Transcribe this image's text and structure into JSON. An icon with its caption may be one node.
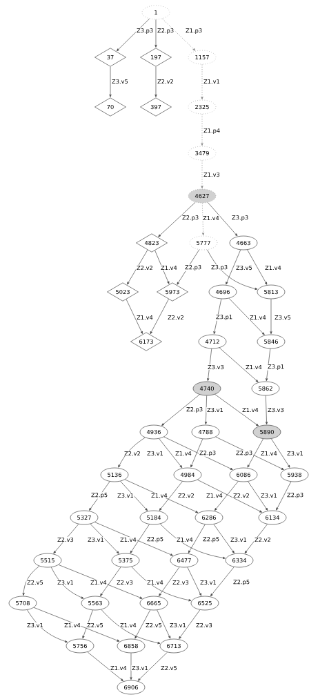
{
  "diagram": {
    "nodes": [
      {
        "text": [
          "1"
        ]
      },
      {
        "text": [
          "37"
        ]
      },
      {
        "text": [
          "197"
        ]
      },
      {
        "text": [
          "1157"
        ]
      },
      {
        "text": [
          "70"
        ]
      },
      {
        "text": [
          "397"
        ]
      },
      {
        "text": [
          "2325"
        ]
      },
      {
        "text": [
          "3479"
        ]
      },
      {
        "text": [
          "4627"
        ]
      },
      {
        "text": [
          "4823"
        ]
      },
      {
        "text": [
          "5777"
        ]
      },
      {
        "text": [
          "4663"
        ]
      },
      {
        "text": [
          "5023"
        ]
      },
      {
        "text": [
          "5973"
        ]
      },
      {
        "text": [
          "4696"
        ]
      },
      {
        "text": [
          "5813"
        ]
      },
      {
        "text": [
          "6173"
        ]
      },
      {
        "text": [
          "4712"
        ]
      },
      {
        "text": [
          "5846"
        ]
      },
      {
        "text": [
          "4740"
        ]
      },
      {
        "text": [
          "5862"
        ]
      },
      {
        "text": [
          "4936"
        ]
      },
      {
        "text": [
          "4788"
        ]
      },
      {
        "text": [
          "5890"
        ]
      },
      {
        "text": [
          "5136"
        ]
      },
      {
        "text": [
          "4984"
        ]
      },
      {
        "text": [
          "6086"
        ]
      },
      {
        "text": [
          "5938"
        ]
      },
      {
        "text": [
          "5327"
        ]
      },
      {
        "text": [
          "5184"
        ]
      },
      {
        "text": [
          "6286"
        ]
      },
      {
        "text": [
          "6134"
        ]
      },
      {
        "text": [
          "5515"
        ]
      },
      {
        "text": [
          "5375"
        ]
      },
      {
        "text": [
          "6477"
        ]
      },
      {
        "text": [
          "6334"
        ]
      },
      {
        "text": [
          "5708"
        ]
      },
      {
        "text": [
          "5563"
        ]
      },
      {
        "text": [
          "6665"
        ]
      },
      {
        "text": [
          "6525"
        ]
      },
      {
        "text": [
          "5756"
        ]
      },
      {
        "text": [
          "6858"
        ]
      },
      {
        "text": [
          "6713"
        ]
      },
      {
        "text": [
          "6906"
        ]
      }
    ],
    "edges": [
      {
        "from": 0,
        "to": 1,
        "arrow": "to",
        "label": "Z3.p3"
      },
      {
        "from": 0,
        "to": 2,
        "arrow": "to",
        "label": "Z2.p3"
      },
      {
        "from": 0,
        "to": 3,
        "arrow": "to",
        "label": "Z1.p3",
        "style": "dashed",
        "color": "#808080"
      },
      {
        "from": 1,
        "to": 4,
        "arrow": "to",
        "label": "Z3.v5"
      },
      {
        "from": 2,
        "to": 5,
        "arrow": "to",
        "label": "Z2.v2"
      },
      {
        "from": 3,
        "to": 6,
        "arrow": "to",
        "label": "Z1.v1",
        "style": "dashed",
        "color": "#808080"
      },
      {
        "from": 6,
        "to": 7,
        "arrow": "to",
        "label": "Z1.p4",
        "style": "dashed",
        "color": "#808080"
      },
      {
        "from": 7,
        "to": 8,
        "arrow": "to",
        "label": "Z1.v3",
        "style": "dashed",
        "color": "#808080"
      },
      {
        "from": 8,
        "to": 9,
        "arrow": "to",
        "label": "Z2.p3"
      },
      {
        "from": 8,
        "to": 10,
        "arrow": "to",
        "label": "Z1.v4",
        "style": "dashed",
        "color": "#808080"
      },
      {
        "from": 8,
        "to": 11,
        "arrow": "to",
        "label": "Z3.p3"
      },
      {
        "from": 9,
        "to": 12,
        "arrow": "to",
        "label": "Z2.v2"
      },
      {
        "from": 9,
        "to": 13,
        "arrow": "to",
        "label": "Z1.v4"
      },
      {
        "from": 10,
        "to": 13,
        "arrow": "to",
        "label": "Z2.p3"
      },
      {
        "from": 10,
        "to": 15,
        "arrow": "to",
        "label": "Z3.p3"
      },
      {
        "from": 11,
        "to": 14,
        "arrow": "to",
        "label": "Z3.v5"
      },
      {
        "from": 11,
        "to": 15,
        "arrow": "to",
        "label": "Z1.v4"
      },
      {
        "from": 12,
        "to": 16,
        "arrow": "to",
        "label": "Z1.v4"
      },
      {
        "from": 13,
        "to": 16,
        "arrow": "to",
        "label": "Z2.v2"
      },
      {
        "from": 14,
        "to": 17,
        "arrow": "to",
        "label": "Z3.p1"
      },
      {
        "from": 14,
        "to": 18,
        "arrow": "to",
        "label": "Z1.v4"
      },
      {
        "from": 15,
        "to": 18,
        "arrow": "to",
        "label": "Z3.v5"
      },
      {
        "from": 17,
        "to": 19,
        "arrow": "to",
        "label": "Z3.v3"
      },
      {
        "from": 17,
        "to": 20,
        "arrow": "to",
        "label": "Z1.v4"
      },
      {
        "from": 18,
        "to": 20,
        "arrow": "to",
        "label": "Z3.p1"
      },
      {
        "from": 19,
        "to": 21,
        "arrow": "to",
        "label": "Z2.p3"
      },
      {
        "from": 19,
        "to": 22,
        "arrow": "to",
        "label": "Z3.v1"
      },
      {
        "from": 19,
        "to": 23,
        "arrow": "to",
        "label": "Z1.v4"
      },
      {
        "from": 20,
        "to": 23,
        "arrow": "to",
        "label": "Z3.v3"
      },
      {
        "from": 21,
        "to": 24,
        "arrow": "to",
        "label": "Z2.v2"
      },
      {
        "from": 21,
        "to": 25,
        "arrow": "to",
        "label": "Z3.v1"
      },
      {
        "from": 21,
        "to": 26,
        "arrow": "to",
        "label": "Z1.v4"
      },
      {
        "from": 22,
        "to": 25,
        "arrow": "to",
        "label": "Z2.p3"
      },
      {
        "from": 22,
        "to": 27,
        "arrow": "to",
        "label": "Z1.v4"
      },
      {
        "from": 23,
        "to": 26,
        "arrow": "to",
        "label": "Z2.p3"
      },
      {
        "from": 23,
        "to": 27,
        "arrow": "to",
        "label": "Z3.v1"
      },
      {
        "from": 24,
        "to": 28,
        "arrow": "to",
        "label": "Z2.p5"
      },
      {
        "from": 24,
        "to": 29,
        "arrow": "to",
        "label": "Z3.v1"
      },
      {
        "from": 24,
        "to": 30,
        "arrow": "to",
        "label": "Z1.v4"
      },
      {
        "from": 25,
        "to": 29,
        "arrow": "to",
        "label": "Z2.v2"
      },
      {
        "from": 25,
        "to": 31,
        "arrow": "to",
        "label": "Z1.v4"
      },
      {
        "from": 26,
        "to": 30,
        "arrow": "to",
        "label": "Z2.v2"
      },
      {
        "from": 26,
        "to": 31,
        "arrow": "to",
        "label": "Z3.v1"
      },
      {
        "from": 27,
        "to": 31,
        "arrow": "to",
        "label": "Z2.p3"
      },
      {
        "from": 28,
        "to": 32,
        "arrow": "to",
        "label": "Z2.v3"
      },
      {
        "from": 28,
        "to": 33,
        "arrow": "to",
        "label": "Z3.v1"
      },
      {
        "from": 28,
        "to": 34,
        "arrow": "to",
        "label": "Z1.v4"
      },
      {
        "from": 29,
        "to": 33,
        "arrow": "to",
        "label": "Z2.p5"
      },
      {
        "from": 29,
        "to": 35,
        "arrow": "to",
        "label": "Z1.v4"
      },
      {
        "from": 30,
        "to": 34,
        "arrow": "to",
        "label": "Z2.p5"
      },
      {
        "from": 30,
        "to": 35,
        "arrow": "to",
        "label": "Z3.v1"
      },
      {
        "from": 31,
        "to": 35,
        "arrow": "to",
        "label": "Z2.v2"
      },
      {
        "from": 32,
        "to": 36,
        "arrow": "to",
        "label": "Z2.v5"
      },
      {
        "from": 32,
        "to": 37,
        "arrow": "to",
        "label": "Z3.v1"
      },
      {
        "from": 32,
        "to": 38,
        "arrow": "to",
        "label": "Z1.v4"
      },
      {
        "from": 33,
        "to": 37,
        "arrow": "to",
        "label": "Z2.v3"
      },
      {
        "from": 33,
        "to": 39,
        "arrow": "to",
        "label": "Z1.v4"
      },
      {
        "from": 34,
        "to": 38,
        "arrow": "to",
        "label": "Z2.v3"
      },
      {
        "from": 34,
        "to": 39,
        "arrow": "to",
        "label": "Z3.v1"
      },
      {
        "from": 35,
        "to": 39,
        "arrow": "to",
        "label": "Z2.p5"
      },
      {
        "from": 36,
        "to": 40,
        "arrow": "to",
        "label": "Z3.v1"
      },
      {
        "from": 36,
        "to": 41,
        "arrow": "to",
        "label": "Z1.v4"
      },
      {
        "from": 37,
        "to": 40,
        "arrow": "to",
        "label": "Z2.v5"
      },
      {
        "from": 37,
        "to": 42,
        "arrow": "to",
        "label": "Z1.v4"
      },
      {
        "from": 38,
        "to": 41,
        "arrow": "to",
        "label": "Z2.v5"
      },
      {
        "from": 38,
        "to": 42,
        "arrow": "to",
        "label": "Z3.v1"
      },
      {
        "from": 39,
        "to": 42,
        "arrow": "to",
        "label": "Z2.v3"
      },
      {
        "from": 40,
        "to": 43,
        "arrow": "to",
        "label": "Z1.v4"
      },
      {
        "from": 41,
        "to": 43,
        "arrow": "to",
        "label": "Z3.v1"
      },
      {
        "from": 42,
        "to": 43,
        "arrow": "to",
        "label": "Z2.v5"
      }
    ]
  }
}
